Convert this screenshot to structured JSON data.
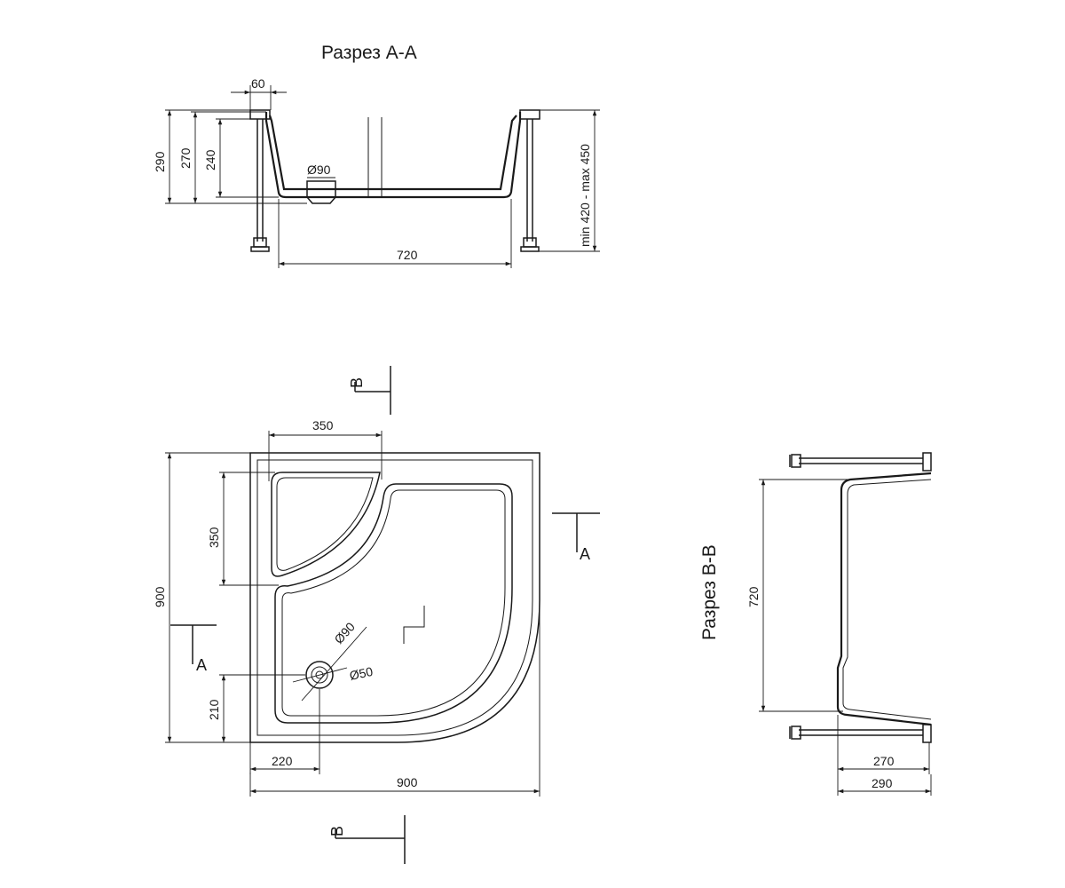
{
  "section_aa": {
    "title": "Разрез А-А",
    "dims": {
      "rim_width": "60",
      "total_height": "290",
      "height_270": "270",
      "height_240": "240",
      "drain_diameter": "Ø90",
      "inner_width": "720",
      "leg_height": "min 420 - max 450"
    }
  },
  "plan": {
    "dims": {
      "seat_width": "350",
      "seat_depth": "350",
      "overall_depth": "900",
      "overall_width": "900",
      "drain_offset_y": "210",
      "drain_offset_x": "220",
      "drain_outer": "Ø90",
      "drain_inner": "Ø50"
    },
    "markers": {
      "section_b_top": "В",
      "section_b_bottom": "В",
      "section_a_right": "А",
      "section_a_left": "А"
    }
  },
  "section_bb": {
    "title": "Разрез В-В",
    "dims": {
      "inner_length": "720",
      "depth_270": "270",
      "depth_290": "290"
    }
  }
}
